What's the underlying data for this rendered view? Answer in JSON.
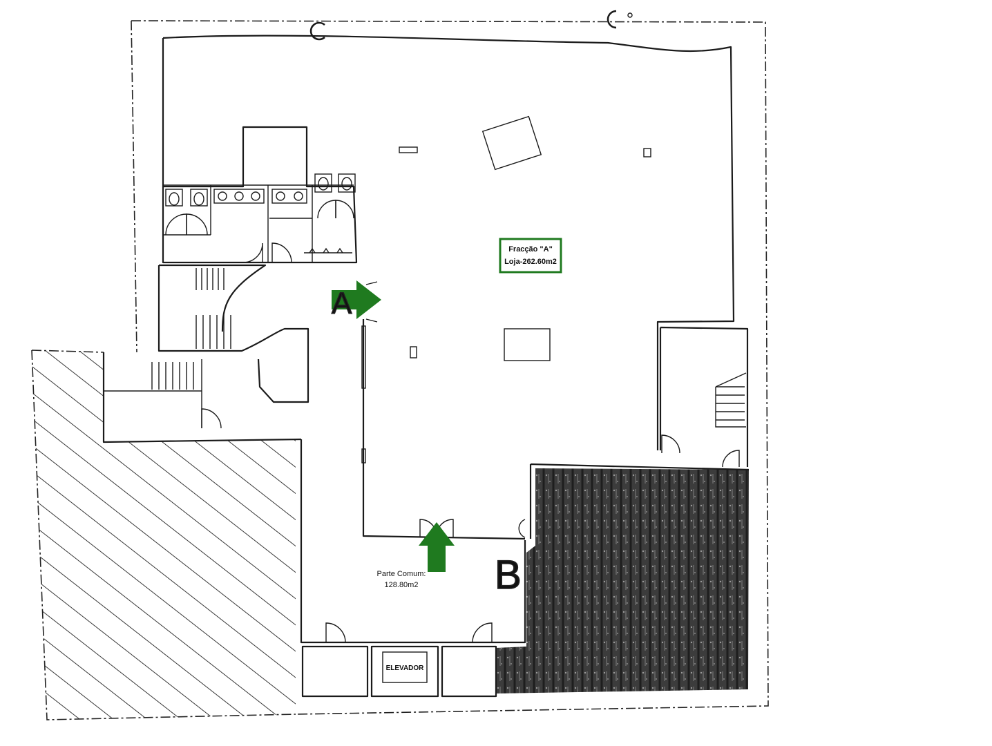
{
  "colors": {
    "accent": "#1f7a1f",
    "ink": "#1a1a1a",
    "fill_dark": "#3a3a3a"
  },
  "labels": {
    "fraccao_title": "Fracção \"A\"",
    "fraccao_area": "Loja-262.60m2",
    "parte_title": "Parte Comum:",
    "parte_area": "128.80m2",
    "elevador": "ELEVADOR",
    "entrance_a": "A",
    "entrance_b": "B"
  }
}
